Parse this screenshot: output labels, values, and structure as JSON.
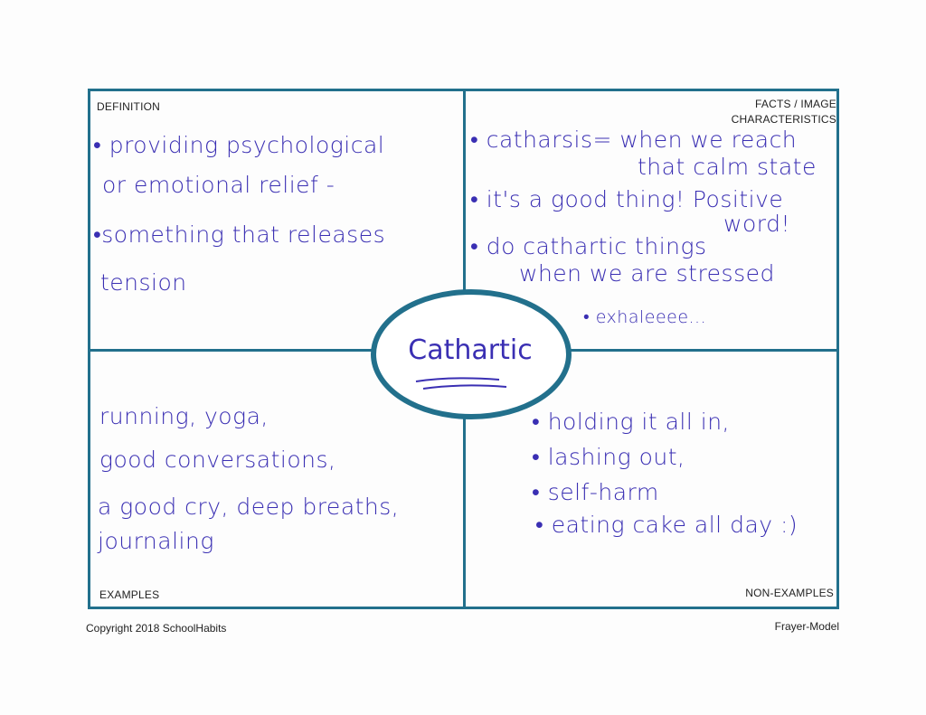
{
  "labels": {
    "definition": "DEFINITION",
    "facts_line1": "FACTS / IMAGE",
    "facts_line2": "CHARACTERISTICS",
    "examples": "EXAMPLES",
    "non_examples": "NON-EXAMPLES"
  },
  "center_word": "Cathartic",
  "definition": [
    "• providing psychological",
    "or emotional relief -",
    "•something that releases",
    "tension"
  ],
  "facts": [
    "• catharsis= when we reach",
    "that calm state",
    "• it's a good thing! Positive",
    "word!",
    "• do cathartic things",
    "when we are stressed",
    "• exhaleeee..."
  ],
  "examples": [
    "running, yoga,",
    "good conversations,",
    "a good cry, deep breaths,",
    "journaling"
  ],
  "non_examples": [
    "• holding it all in,",
    "• lashing out,",
    "• self-harm",
    "• eating cake all day :)"
  ],
  "footer": {
    "copyright": "Copyright 2018 SchoolHabits",
    "model": "Frayer-Model"
  }
}
